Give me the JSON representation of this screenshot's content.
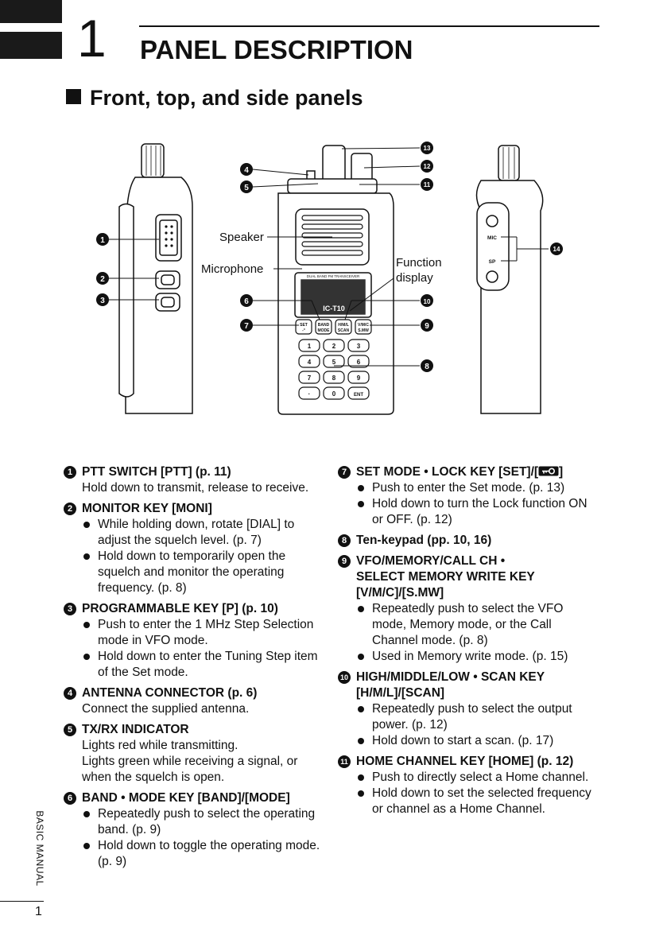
{
  "header": {
    "chapter_number": "1",
    "chapter_title": "PANEL DESCRIPTION"
  },
  "section": {
    "title": "Front, top, and side panels"
  },
  "figure": {
    "labels": {
      "speaker": "Speaker",
      "microphone": "Microphone",
      "function_display_1": "Function",
      "function_display_2": "display"
    },
    "callouts": [
      "1",
      "2",
      "3",
      "4",
      "5",
      "6",
      "7",
      "8",
      "9",
      "10",
      "11",
      "12",
      "13",
      "14"
    ],
    "radio_model": "IC-T10",
    "radio_banner": "DUAL BAND FM TRANSCEIVER",
    "side_labels": [
      "MIC",
      "SP"
    ],
    "keys": {
      "set": [
        "SET",
        "-°"
      ],
      "band": [
        "BAND",
        "MODE"
      ],
      "hml": [
        "H/M/L",
        "SCAN"
      ],
      "vmc": [
        "V/M/C",
        "S.MW"
      ],
      "digits": [
        "1",
        "2",
        "3",
        "4",
        "5",
        "6",
        "7",
        "8",
        "9",
        "·",
        "0",
        "ENT"
      ]
    }
  },
  "left_column": {
    "items": [
      {
        "num": "1",
        "title": "PTT SWITCH [PTT] (p. 11)",
        "text": "Hold down to transmit, release to receive."
      },
      {
        "num": "2",
        "title": "MONITOR KEY [MONI]",
        "bullets": [
          "While holding down, rotate [DIAL] to adjust the squelch level. (p. 7)",
          "Hold down to temporarily open the squelch and monitor the operating frequency. (p. 8)"
        ]
      },
      {
        "num": "3",
        "title": "PROGRAMMABLE KEY [P] (p. 10)",
        "bullets": [
          "Push to enter the 1 MHz Step Selection mode in VFO mode.",
          "Hold down to enter the Tuning Step item of the Set mode."
        ]
      },
      {
        "num": "4",
        "title": "ANTENNA CONNECTOR (p. 6)",
        "text": "Connect the supplied antenna."
      },
      {
        "num": "5",
        "title": "TX/RX INDICATOR",
        "text": "Lights red while transmitting.",
        "text2": "Lights green while receiving a signal, or when the squelch is open."
      },
      {
        "num": "6",
        "title": "BAND • MODE KEY [BAND]/[MODE]",
        "bullets": [
          "Repeatedly push to select the operating band. (p. 9)",
          "Hold down to toggle the operating mode. (p. 9)"
        ]
      }
    ]
  },
  "right_column": {
    "items": [
      {
        "num": "7",
        "title_prefix": "SET MODE • LOCK KEY [SET]/[",
        "title_suffix": "]",
        "bullets": [
          "Push to enter the Set mode. (p. 13)",
          "Hold down to turn the Lock function ON or OFF. (p. 12)"
        ]
      },
      {
        "num": "8",
        "title": "Ten-keypad (pp. 10, 16)"
      },
      {
        "num": "9",
        "title": "VFO/MEMORY/CALL CH •",
        "title2": "SELECT MEMORY WRITE KEY",
        "title3": "[V/M/C]/[S.MW]",
        "bullets": [
          "Repeatedly push to select the VFO mode, Memory mode, or the Call Channel mode. (p. 8)",
          "Used in Memory write mode. (p. 15)"
        ]
      },
      {
        "num": "10",
        "title": "HIGH/MIDDLE/LOW • SCAN KEY",
        "title2": "[H/M/L]/[SCAN]",
        "bullets": [
          "Repeatedly push to select the output power. (p. 12)",
          "Hold down to start a scan. (p. 17)"
        ]
      },
      {
        "num": "11",
        "title": "HOME CHANNEL KEY [HOME] (p. 12)",
        "bullets": [
          "Push to directly select a Home channel.",
          "Hold down to set the selected frequency or channel as a Home Channel."
        ]
      }
    ]
  },
  "side": {
    "label": "BASIC MANUAL"
  },
  "footer": {
    "page_number": "1"
  }
}
